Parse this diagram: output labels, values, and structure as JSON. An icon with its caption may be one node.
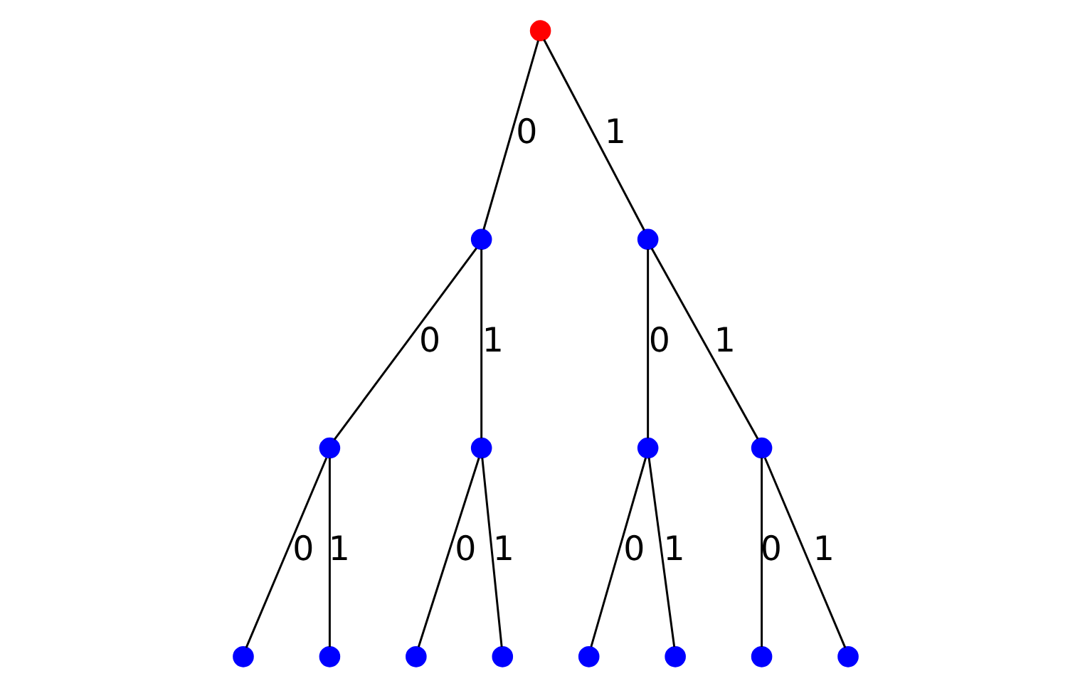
{
  "diagram": {
    "nodes": [
      {
        "text": [],
        "shape": "circle"
      },
      {
        "text": [],
        "shape": "circle"
      },
      {
        "text": [],
        "shape": "circle"
      },
      {
        "text": [],
        "shape": "circle"
      },
      {
        "text": [],
        "shape": "circle"
      },
      {
        "text": [],
        "shape": "circle"
      },
      {
        "text": [],
        "shape": "circle"
      },
      {
        "text": [],
        "shape": "circle"
      },
      {
        "text": [],
        "shape": "circle"
      },
      {
        "text": [],
        "shape": "circle"
      },
      {
        "text": [],
        "shape": "circle"
      },
      {
        "text": [],
        "shape": "circle"
      },
      {
        "text": [],
        "shape": "circle"
      },
      {
        "text": [],
        "shape": "circle"
      },
      {
        "text": [],
        "shape": "circle"
      }
    ],
    "edges": [
      {
        "from": 0,
        "to": 1,
        "arrow": "none",
        "label": "0"
      },
      {
        "from": 0,
        "to": 2,
        "arrow": "none",
        "label": "1"
      },
      {
        "from": 1,
        "to": 3,
        "arrow": "none",
        "label": "0"
      },
      {
        "from": 1,
        "to": 4,
        "arrow": "none",
        "label": "1"
      },
      {
        "from": 2,
        "to": 5,
        "arrow": "none",
        "label": "0"
      },
      {
        "from": 2,
        "to": 6,
        "arrow": "none",
        "label": "1"
      },
      {
        "from": 3,
        "to": 7,
        "arrow": "none",
        "label": "0"
      },
      {
        "from": 3,
        "to": 8,
        "arrow": "none",
        "label": "1"
      },
      {
        "from": 4,
        "to": 9,
        "arrow": "none",
        "label": "0"
      },
      {
        "from": 4,
        "to": 10,
        "arrow": "none",
        "label": "1"
      },
      {
        "from": 5,
        "to": 11,
        "arrow": "none",
        "label": "0"
      },
      {
        "from": 5,
        "to": 12,
        "arrow": "none",
        "label": "1"
      },
      {
        "from": 6,
        "to": 13,
        "arrow": "none",
        "label": "0"
      },
      {
        "from": 6,
        "to": 14,
        "arrow": "none",
        "label": "1"
      }
    ]
  }
}
